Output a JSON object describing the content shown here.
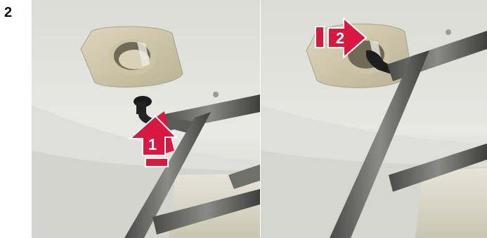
{
  "step": {
    "number": "2"
  },
  "illustration_left": {
    "callout": "1",
    "accent_color": "#d9183f"
  },
  "illustration_right": {
    "callout": "2",
    "accent_color": "#d9183f"
  }
}
